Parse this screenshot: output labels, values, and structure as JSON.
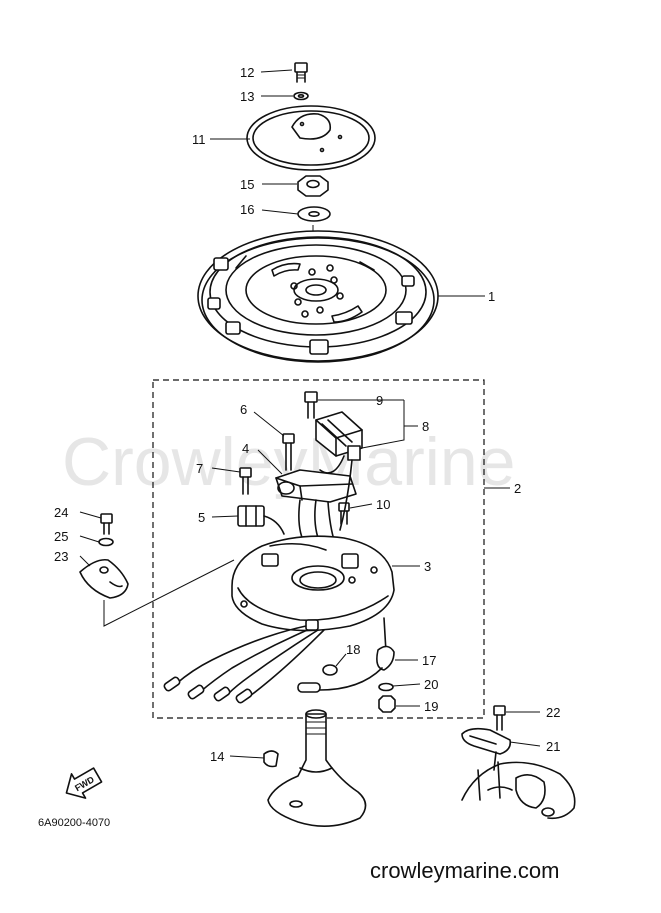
{
  "watermark": "CrowleyMarine",
  "site": "crowleymarine.com",
  "drawing_code": "6A90200-4070",
  "fwd_label": "FWD",
  "callouts": {
    "c1": "1",
    "c2": "2",
    "c3": "3",
    "c4": "4",
    "c5": "5",
    "c6": "6",
    "c7": "7",
    "c8": "8",
    "c9": "9",
    "c10": "10",
    "c11": "11",
    "c12": "12",
    "c13": "13",
    "c14": "14",
    "c15": "15",
    "c16": "16",
    "c17": "17",
    "c18": "18",
    "c19": "19",
    "c20": "20",
    "c21": "21",
    "c22": "22",
    "c23": "23",
    "c24": "24",
    "c25": "25"
  }
}
